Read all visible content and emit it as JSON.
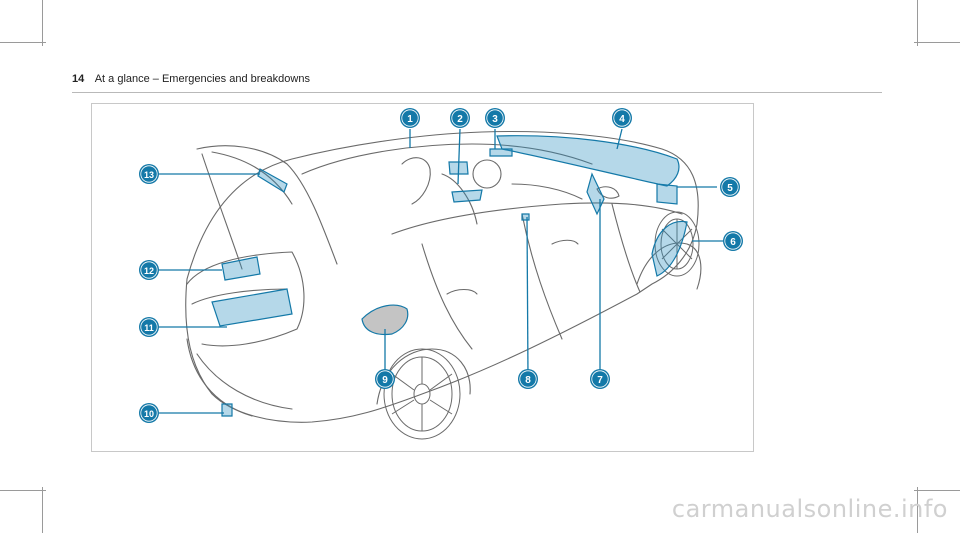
{
  "header": {
    "page_number": "14",
    "title": "At a glance – Emergencies and breakdowns"
  },
  "figure": {
    "callouts": [
      {
        "id": "1",
        "label": "1"
      },
      {
        "id": "2",
        "label": "2"
      },
      {
        "id": "3",
        "label": "3"
      },
      {
        "id": "4",
        "label": "4"
      },
      {
        "id": "5",
        "label": "5"
      },
      {
        "id": "6",
        "label": "6"
      },
      {
        "id": "7",
        "label": "7"
      },
      {
        "id": "8",
        "label": "8"
      },
      {
        "id": "9",
        "label": "9"
      },
      {
        "id": "10",
        "label": "10"
      },
      {
        "id": "11",
        "label": "11"
      },
      {
        "id": "12",
        "label": "12"
      },
      {
        "id": "13",
        "label": "13"
      }
    ],
    "accent_color": "#1479a8",
    "highlight_color": "#2a8fbf"
  },
  "watermark": {
    "text": "carmanualsonline.info"
  }
}
